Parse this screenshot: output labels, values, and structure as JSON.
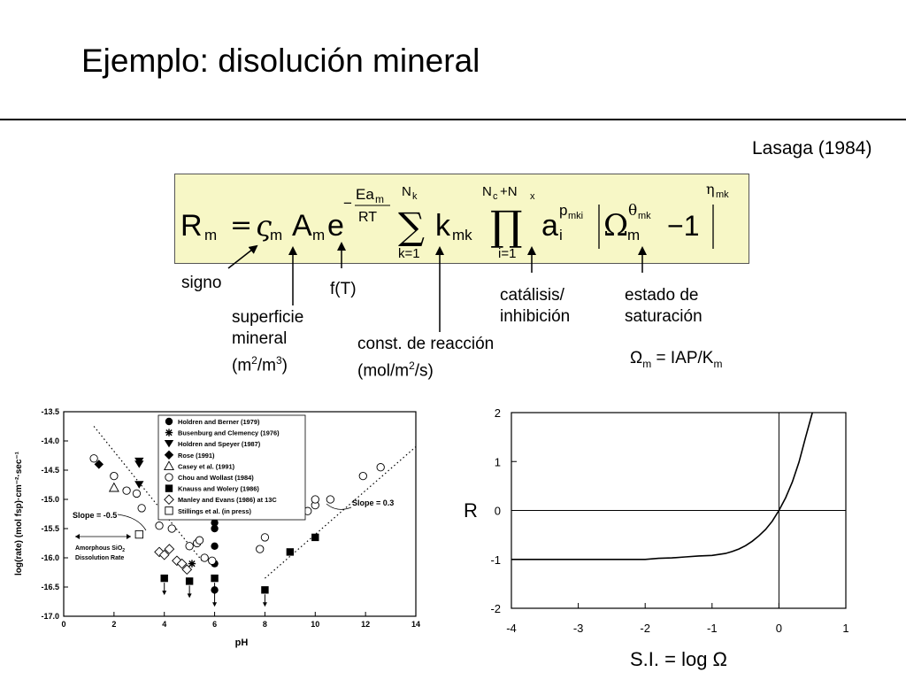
{
  "slide": {
    "title": "Ejemplo: disolución mineral",
    "citation": "Lasaga (1984)"
  },
  "formula": {
    "lhs_symbol": "R",
    "lhs_sub": "m",
    "equals": "=",
    "sign_symbol": "ς",
    "sign_sub": "m",
    "area_symbol": "A",
    "area_sub": "m",
    "exp_base": "e",
    "exp_minus": "−",
    "exp_num": "Ea",
    "exp_num_sub": "m",
    "exp_den": "RT",
    "sum_symbol": "∑",
    "sum_upper": "N",
    "sum_upper_sub": "k",
    "sum_lower": "k=1",
    "k_symbol": "k",
    "k_sub": "mk",
    "prod_symbol": "∏",
    "prod_upper_a": "N",
    "prod_upper_a_sub": "c",
    "prod_upper_plus": "+N",
    "prod_upper_b_sub": "x",
    "prod_lower": "i=1",
    "a_symbol": "a",
    "a_sub": "i",
    "a_sup": "p",
    "a_sup_sub": "mki",
    "omega_symbol": "Ω",
    "omega_sub": "m",
    "omega_sup": "θ",
    "omega_sup_sub": "mk",
    "minus_one": "−1",
    "eta_symbol": "η",
    "eta_sub": "mk"
  },
  "annotations": {
    "signo": "signo",
    "fT": "f(T)",
    "superficie_1": "superficie",
    "superficie_2": "mineral",
    "superficie_3a": "(m",
    "superficie_3sup": "2",
    "superficie_3b": "/m",
    "superficie_3sup2": "3",
    "superficie_3c": ")",
    "const_1": "const. de reacción",
    "const_2a": "(mol/m",
    "const_2sup": "2",
    "const_2b": "/s)",
    "catalisis_1": "catálisis/",
    "catalisis_2": "inhibición",
    "estado_1": "estado de",
    "estado_2": "saturación",
    "omega_def_a": "Ω",
    "omega_def_sub": "m",
    "omega_def_b": " = IAP/K",
    "omega_def_sub2": "m"
  },
  "chart_data": [
    {
      "type": "scatter",
      "title": "",
      "xlabel": "pH",
      "ylabel": "log(rate) (mol fsp)·cm⁻²·sec⁻¹",
      "xlim": [
        0,
        14
      ],
      "ylim": [
        -17.0,
        -13.5
      ],
      "x_ticks": [
        "0",
        "2",
        "4",
        "6",
        "8",
        "10",
        "12",
        "14"
      ],
      "y_ticks": [
        "-13.5",
        "-14.0",
        "-14.5",
        "-15.0",
        "-15.5",
        "-16.0",
        "-16.5",
        "-17.0"
      ],
      "legend_placement": "top-center",
      "legend": [
        {
          "marker": "filled-circle",
          "label": "Holdren and Berner (1979)"
        },
        {
          "marker": "asterisk",
          "label": "Busenburg and Clemency (1976)"
        },
        {
          "marker": "filled-triangle-down",
          "label": "Holdren and Speyer (1987)"
        },
        {
          "marker": "filled-diamond",
          "label": "Rose (1991)"
        },
        {
          "marker": "open-triangle",
          "label": "Casey et al. (1991)"
        },
        {
          "marker": "open-circle",
          "label": "Chou and Wollast (1984)"
        },
        {
          "marker": "filled-square",
          "label": "Knauss and Wolery (1986)"
        },
        {
          "marker": "open-diamond",
          "label": "Manley and Evans (1986) at 13C"
        },
        {
          "marker": "open-square",
          "label": "Stillings et al. (in press)"
        }
      ],
      "annotations": {
        "slope_left": "Slope = -0.5",
        "slope_right": "Slope = 0.3",
        "amorphous_1": "Amorphous SiO",
        "amorphous_sub": "2",
        "amorphous_2": "Dissolution Rate"
      },
      "series": [
        {
          "marker": "filled-circle",
          "points": [
            [
              6.0,
              -15.4
            ],
            [
              6.0,
              -15.5
            ],
            [
              6.0,
              -15.8
            ],
            [
              6.0,
              -16.1
            ],
            [
              6.0,
              -16.55
            ]
          ]
        },
        {
          "marker": "asterisk",
          "points": [
            [
              5.1,
              -16.1
            ]
          ]
        },
        {
          "marker": "filled-triangle-down",
          "points": [
            [
              3.0,
              -14.35
            ],
            [
              3.0,
              -14.4
            ],
            [
              3.0,
              -14.75
            ]
          ]
        },
        {
          "marker": "filled-diamond",
          "points": [
            [
              1.4,
              -14.4
            ]
          ]
        },
        {
          "marker": "open-triangle",
          "points": [
            [
              2.0,
              -14.8
            ]
          ]
        },
        {
          "marker": "open-circle",
          "points": [
            [
              1.2,
              -14.3
            ],
            [
              2.0,
              -14.6
            ],
            [
              2.5,
              -14.85
            ],
            [
              2.9,
              -14.9
            ],
            [
              3.1,
              -15.15
            ],
            [
              3.8,
              -15.45
            ],
            [
              4.3,
              -15.5
            ],
            [
              5.0,
              -15.8
            ],
            [
              5.3,
              -15.75
            ],
            [
              5.4,
              -15.7
            ],
            [
              5.6,
              -16.0
            ],
            [
              5.9,
              -16.05
            ],
            [
              7.8,
              -15.85
            ],
            [
              8.0,
              -15.65
            ],
            [
              9.7,
              -15.2
            ],
            [
              10.0,
              -15.1
            ],
            [
              10.0,
              -15.0
            ],
            [
              10.6,
              -15.0
            ],
            [
              11.9,
              -14.6
            ],
            [
              12.6,
              -14.45
            ]
          ]
        },
        {
          "marker": "filled-square",
          "points": [
            [
              4.0,
              -16.35
            ],
            [
              5.0,
              -16.4
            ],
            [
              6.0,
              -16.35
            ],
            [
              8.0,
              -16.55
            ],
            [
              9.0,
              -15.9
            ],
            [
              10.0,
              -15.65
            ]
          ]
        },
        {
          "marker": "open-diamond",
          "points": [
            [
              3.8,
              -15.9
            ],
            [
              4.0,
              -15.95
            ],
            [
              4.2,
              -15.85
            ],
            [
              4.5,
              -16.05
            ],
            [
              4.7,
              -16.1
            ],
            [
              4.9,
              -16.2
            ]
          ]
        },
        {
          "marker": "open-square",
          "points": [
            [
              3.0,
              -15.6
            ]
          ]
        }
      ],
      "upper_limits": [
        [
          4.0,
          -16.35
        ],
        [
          5.0,
          -16.4
        ],
        [
          6.0,
          -16.35
        ],
        [
          6.0,
          -16.55
        ],
        [
          8.0,
          -16.55
        ]
      ],
      "trend_lines": [
        {
          "name": "slope_left",
          "points": [
            [
              1.2,
              -13.75
            ],
            [
              5.5,
              -16.05
            ]
          ]
        },
        {
          "name": "slope_right",
          "points": [
            [
              8.0,
              -16.35
            ],
            [
              14.0,
              -14.1
            ]
          ]
        }
      ],
      "grid": false
    },
    {
      "type": "line",
      "title": "",
      "xlabel": "S.I. = log Ω",
      "ylabel": "R",
      "xlim": [
        -4,
        1
      ],
      "ylim": [
        -2,
        2
      ],
      "x_ticks": [
        "-4",
        "-3",
        "-2",
        "-1",
        "0",
        "1"
      ],
      "y_ticks": [
        "2",
        "1",
        "0",
        "-1",
        "-2"
      ],
      "grid": false,
      "series": [
        {
          "x": [
            -4.0,
            -3.5,
            -3.0,
            -2.5,
            -2.0,
            -1.8,
            -1.6,
            -1.4,
            -1.2,
            -1.0,
            -0.9,
            -0.8,
            -0.7,
            -0.6,
            -0.5,
            -0.4,
            -0.3,
            -0.2,
            -0.1,
            0.0,
            0.1,
            0.2,
            0.3,
            0.4,
            0.5
          ],
          "y": [
            -1.0,
            -1.0,
            -1.0,
            -1.0,
            -1.0,
            -0.98,
            -0.97,
            -0.95,
            -0.93,
            -0.92,
            -0.9,
            -0.88,
            -0.84,
            -0.79,
            -0.72,
            -0.63,
            -0.52,
            -0.39,
            -0.22,
            0.0,
            0.26,
            0.58,
            0.99,
            1.5,
            2.0
          ]
        }
      ]
    }
  ]
}
